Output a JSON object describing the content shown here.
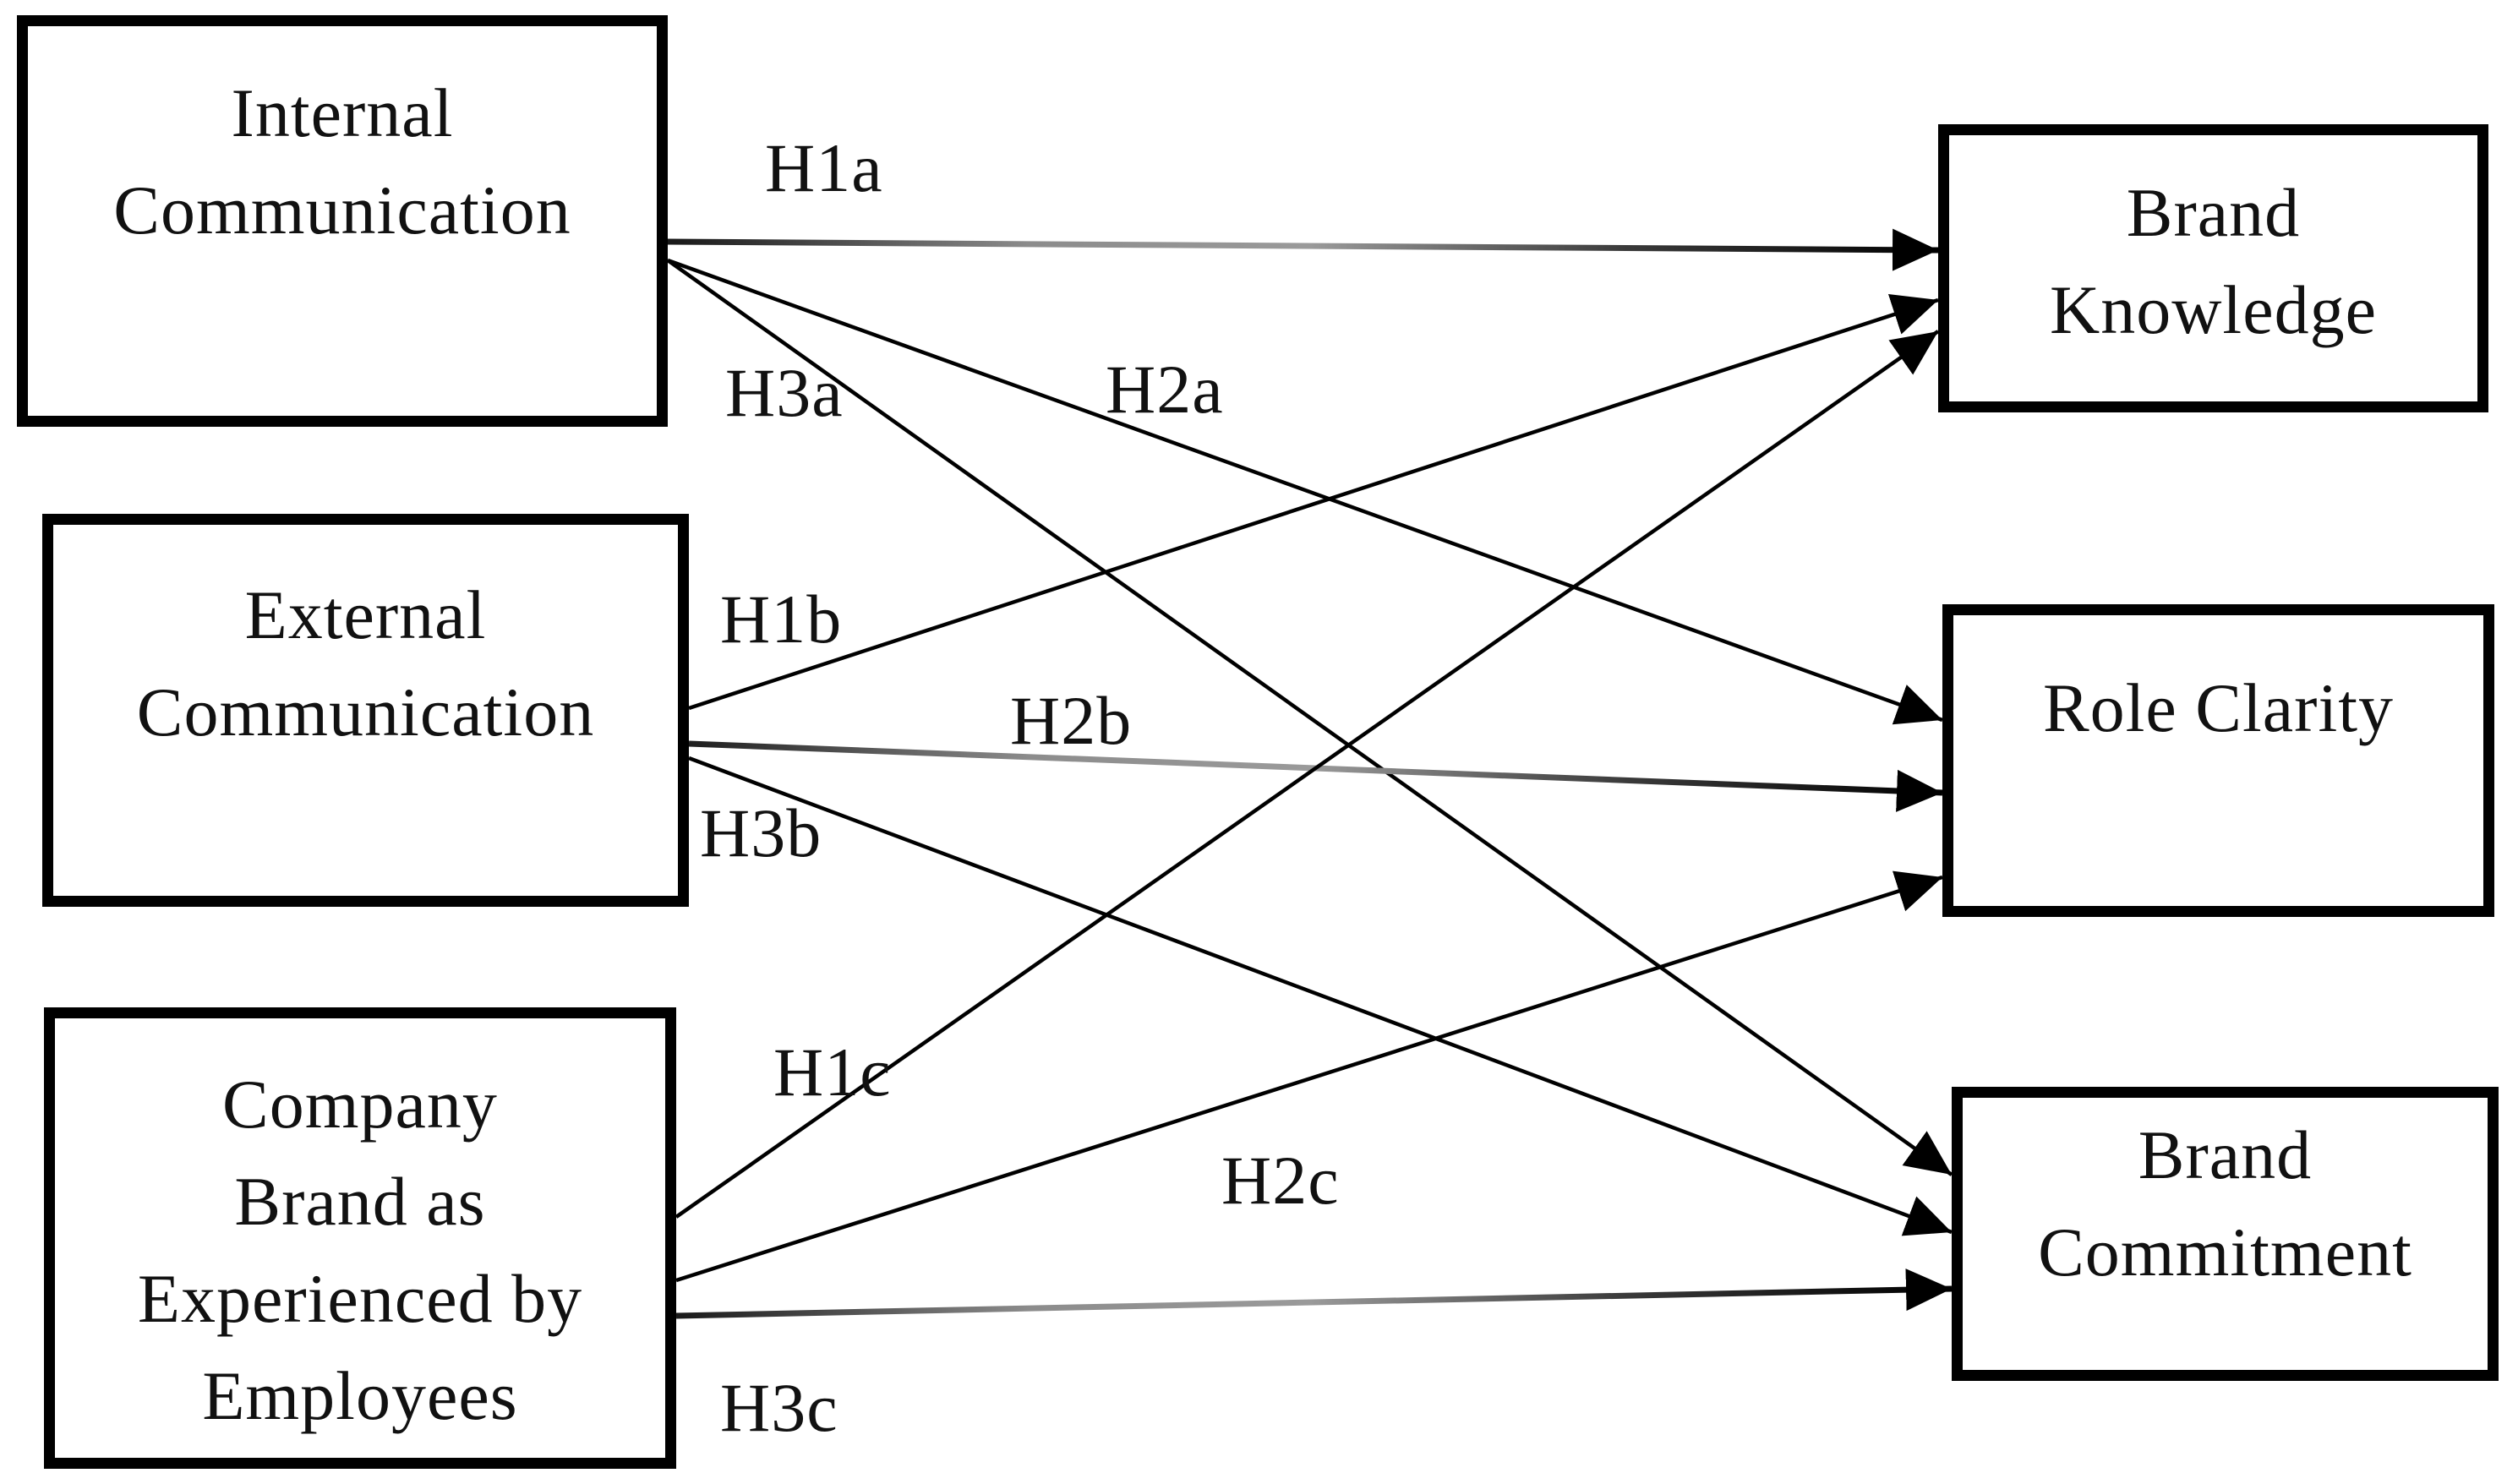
{
  "diagram": {
    "background_color": "#ffffff",
    "box_border_color": "#000000",
    "text_color": "#111111",
    "arrow_color": "#000000",
    "horizontal_arrow_mid_color": "#8c8c8c",
    "nodes": [
      {
        "id": "internal-communication",
        "label": "Internal\nCommunication"
      },
      {
        "id": "external-communication",
        "label": "External\nCommunication"
      },
      {
        "id": "company-brand-as-experienced-by-employees",
        "label": "Company\nBrand as\nExperienced by\nEmployees"
      },
      {
        "id": "brand-knowledge",
        "label": "Brand\nKnowledge"
      },
      {
        "id": "role-clarity",
        "label": "Role Clarity"
      },
      {
        "id": "brand-commitment",
        "label": "Brand\nCommitment"
      }
    ],
    "edges": [
      {
        "id": "H1a",
        "label": "H1a",
        "from": "internal-communication",
        "to": "brand-knowledge"
      },
      {
        "id": "H2a",
        "label": "H2a",
        "from": "internal-communication",
        "to": "role-clarity"
      },
      {
        "id": "H3a",
        "label": "H3a",
        "from": "internal-communication",
        "to": "brand-commitment"
      },
      {
        "id": "H1b",
        "label": "H1b",
        "from": "external-communication",
        "to": "brand-knowledge"
      },
      {
        "id": "H2b",
        "label": "H2b",
        "from": "external-communication",
        "to": "role-clarity"
      },
      {
        "id": "H3b",
        "label": "H3b",
        "from": "external-communication",
        "to": "brand-commitment"
      },
      {
        "id": "H1c",
        "label": "H1c",
        "from": "company-brand-as-experienced-by-employees",
        "to": "brand-knowledge"
      },
      {
        "id": "H2c",
        "label": "H2c",
        "from": "company-brand-as-experienced-by-employees",
        "to": "role-clarity"
      },
      {
        "id": "H3c",
        "label": "H3c",
        "from": "company-brand-as-experienced-by-employees",
        "to": "brand-commitment"
      }
    ]
  }
}
